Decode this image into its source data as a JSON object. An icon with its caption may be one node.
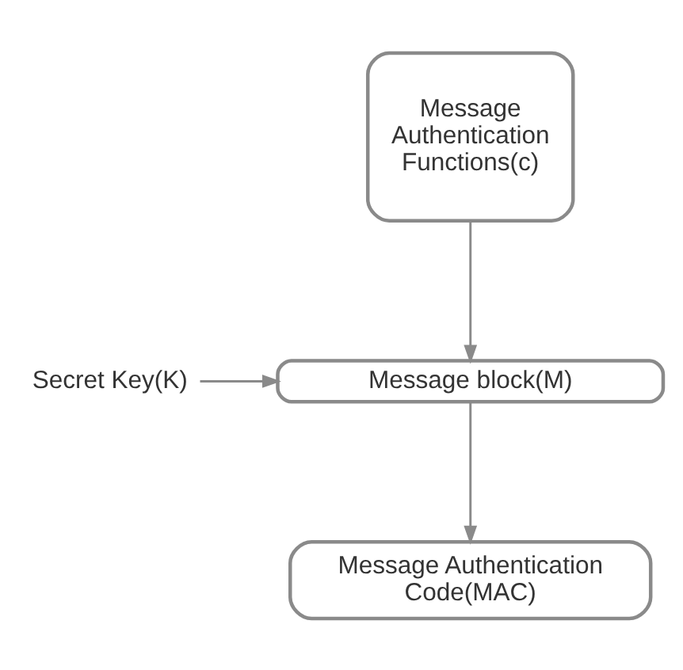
{
  "diagram": {
    "nodes": [
      {
        "text": [
          "Message Authentication Functions(c)"
        ]
      },
      {
        "text": [
          "Secret Key(K)"
        ]
      },
      {
        "text": [
          "Message block(M)"
        ]
      },
      {
        "text": [
          "Message Authentication Code(MAC)"
        ]
      }
    ],
    "edges": [
      {
        "from": 0,
        "to": 2,
        "arrow": "to"
      },
      {
        "from": 1,
        "to": 2,
        "arrow": "to"
      },
      {
        "from": 2,
        "to": 3,
        "arrow": "to"
      }
    ]
  }
}
